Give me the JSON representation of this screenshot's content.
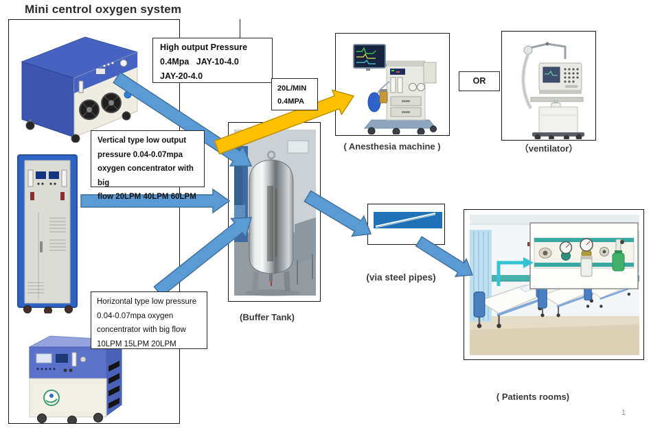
{
  "title": "Mini centrol oxygen system",
  "text_boxes": {
    "high_output": {
      "lines": [
        "High output Pressure",
        "0.4Mpa   JAY-10-4.0",
        "JAY-20-4.0"
      ]
    },
    "flow_spec": {
      "lines": [
        "20L/MIN",
        "0.4MPA"
      ]
    },
    "vertical_type": {
      "lines": [
        "Vertical type low output",
        "pressure 0.04-0.07mpa",
        "oxygen concentrator with big",
        "flow 20LPM 40LPM 60LPM"
      ]
    },
    "horizontal_type": {
      "lines": [
        "Horizontal type low pressure",
        "0.04-0.07mpa oxygen",
        "concentrator with big flow",
        "10LPM 15LPM 20LPM"
      ]
    },
    "or_connector": "OR"
  },
  "captions": {
    "anesthesia": "( Anesthesia machine )",
    "ventilator": "（ventilator）",
    "buffer_tank": "(Buffer Tank)",
    "steel_pipes": "(via steel pipes)",
    "patients_rooms": "( Patients rooms)"
  },
  "page_number": "1",
  "colors": {
    "arrow_blue": "#5B9BD5",
    "arrow_blue_border": "#41719C",
    "arrow_orange": "#FFC000",
    "arrow_orange_border": "#BF9000",
    "teal_arrow": "#35C3D4",
    "pipe_blue": "#1F72B8"
  }
}
